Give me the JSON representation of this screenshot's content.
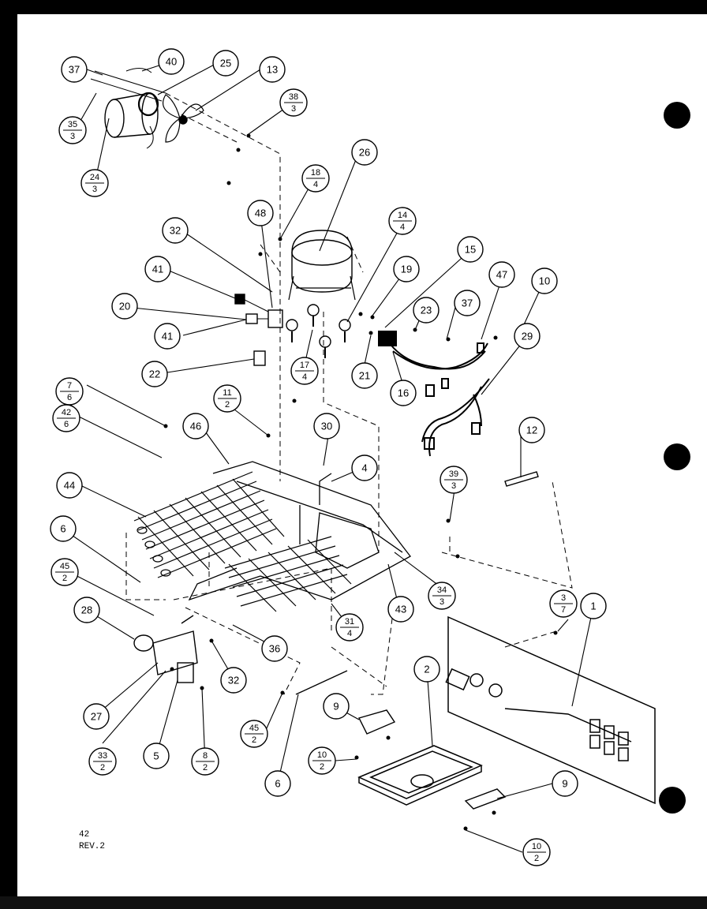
{
  "footer": {
    "page_ref": "42",
    "revision": "REV.2"
  },
  "callouts": [
    {
      "id": "c1",
      "num": "40",
      "qty": ""
    },
    {
      "id": "c2",
      "num": "37",
      "qty": ""
    },
    {
      "id": "c3",
      "num": "25",
      "qty": ""
    },
    {
      "id": "c4",
      "num": "13",
      "qty": ""
    },
    {
      "id": "c5",
      "num": "38",
      "qty": "3"
    },
    {
      "id": "c6",
      "num": "35",
      "qty": "3"
    },
    {
      "id": "c7",
      "num": "24",
      "qty": "3"
    },
    {
      "id": "c8",
      "num": "26",
      "qty": ""
    },
    {
      "id": "c9",
      "num": "18",
      "qty": "4"
    },
    {
      "id": "c10",
      "num": "48",
      "qty": ""
    },
    {
      "id": "c11",
      "num": "14",
      "qty": "4"
    },
    {
      "id": "c12",
      "num": "32",
      "qty": ""
    },
    {
      "id": "c13",
      "num": "15",
      "qty": ""
    },
    {
      "id": "c14",
      "num": "41",
      "qty": ""
    },
    {
      "id": "c15",
      "num": "19",
      "qty": ""
    },
    {
      "id": "c16",
      "num": "47",
      "qty": ""
    },
    {
      "id": "c17",
      "num": "10",
      "qty": ""
    },
    {
      "id": "c18",
      "num": "20",
      "qty": ""
    },
    {
      "id": "c19",
      "num": "23",
      "qty": ""
    },
    {
      "id": "c20",
      "num": "37",
      "qty": ""
    },
    {
      "id": "c21",
      "num": "41",
      "qty": ""
    },
    {
      "id": "c22",
      "num": "29",
      "qty": ""
    },
    {
      "id": "c23",
      "num": "22",
      "qty": ""
    },
    {
      "id": "c24",
      "num": "17",
      "qty": "4"
    },
    {
      "id": "c25",
      "num": "21",
      "qty": ""
    },
    {
      "id": "c26",
      "num": "16",
      "qty": ""
    },
    {
      "id": "c27",
      "num": "7",
      "qty": "6"
    },
    {
      "id": "c28",
      "num": "11",
      "qty": "2"
    },
    {
      "id": "c29",
      "num": "42",
      "qty": "6"
    },
    {
      "id": "c30",
      "num": "46",
      "qty": ""
    },
    {
      "id": "c31",
      "num": "30",
      "qty": ""
    },
    {
      "id": "c32",
      "num": "12",
      "qty": ""
    },
    {
      "id": "c33",
      "num": "4",
      "qty": ""
    },
    {
      "id": "c34",
      "num": "44",
      "qty": ""
    },
    {
      "id": "c35",
      "num": "39",
      "qty": "3"
    },
    {
      "id": "c36",
      "num": "6",
      "qty": ""
    },
    {
      "id": "c37",
      "num": "45",
      "qty": "2"
    },
    {
      "id": "c38",
      "num": "34",
      "qty": "3"
    },
    {
      "id": "c39",
      "num": "3",
      "qty": "7"
    },
    {
      "id": "c40",
      "num": "43",
      "qty": ""
    },
    {
      "id": "c41",
      "num": "1",
      "qty": ""
    },
    {
      "id": "c42",
      "num": "28",
      "qty": ""
    },
    {
      "id": "c43",
      "num": "31",
      "qty": "4"
    },
    {
      "id": "c44",
      "num": "36",
      "qty": ""
    },
    {
      "id": "c45",
      "num": "2",
      "qty": ""
    },
    {
      "id": "c46",
      "num": "32",
      "qty": ""
    },
    {
      "id": "c47",
      "num": "27",
      "qty": ""
    },
    {
      "id": "c48",
      "num": "9",
      "qty": ""
    },
    {
      "id": "c49",
      "num": "45",
      "qty": "2"
    },
    {
      "id": "c50",
      "num": "33",
      "qty": "2"
    },
    {
      "id": "c51",
      "num": "5",
      "qty": ""
    },
    {
      "id": "c52",
      "num": "8",
      "qty": "2"
    },
    {
      "id": "c53",
      "num": "10",
      "qty": "2"
    },
    {
      "id": "c54",
      "num": "6",
      "qty": ""
    },
    {
      "id": "c55",
      "num": "9",
      "qty": ""
    },
    {
      "id": "c56",
      "num": "10",
      "qty": "2"
    }
  ]
}
